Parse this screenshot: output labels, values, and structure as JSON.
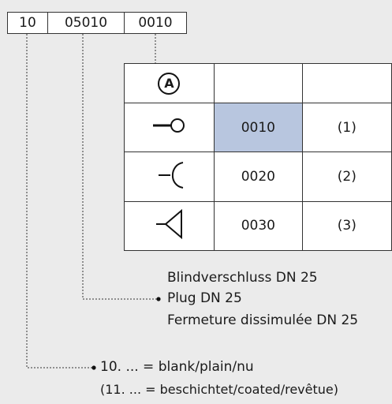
{
  "code": [
    "10",
    "05010",
    "0010"
  ],
  "table": {
    "header_symbol": "A",
    "rows": [
      {
        "symbol_icon": "plug-end-icon",
        "code": "0010",
        "ref": "(1)",
        "highlighted": true
      },
      {
        "symbol_icon": "cup-end-icon",
        "code": "0020",
        "ref": "(2)",
        "highlighted": false
      },
      {
        "symbol_icon": "cone-end-icon",
        "code": "0030",
        "ref": "(3)",
        "highlighted": false
      }
    ]
  },
  "desc_mid": {
    "line1": "Blindverschluss DN 25",
    "line2": "Plug DN 25",
    "line3": "Fermeture dissimulée DN 25"
  },
  "desc_first": {
    "line1": "10. ... = blank/plain/nu",
    "line2": "(11. ... = beschichtet/coated/revêtue)"
  },
  "colors": {
    "highlight": "#b8c6df",
    "background": "#ebebeb"
  }
}
